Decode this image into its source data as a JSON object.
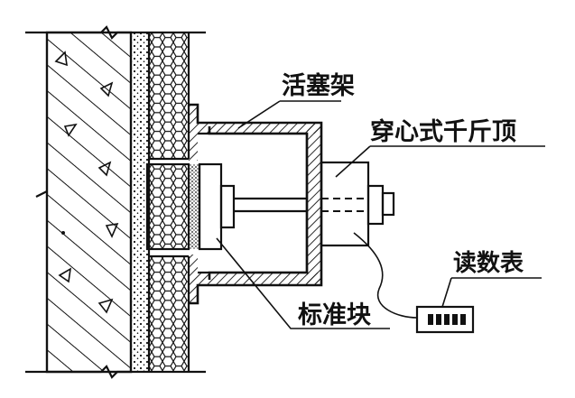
{
  "labels": {
    "piston_frame": "活塞架",
    "hollow_jack": "穿心式千斤顶",
    "standard_block": "标准块",
    "gauge": "读数表"
  },
  "colors": {
    "line": "#111111",
    "background": "#ffffff"
  }
}
